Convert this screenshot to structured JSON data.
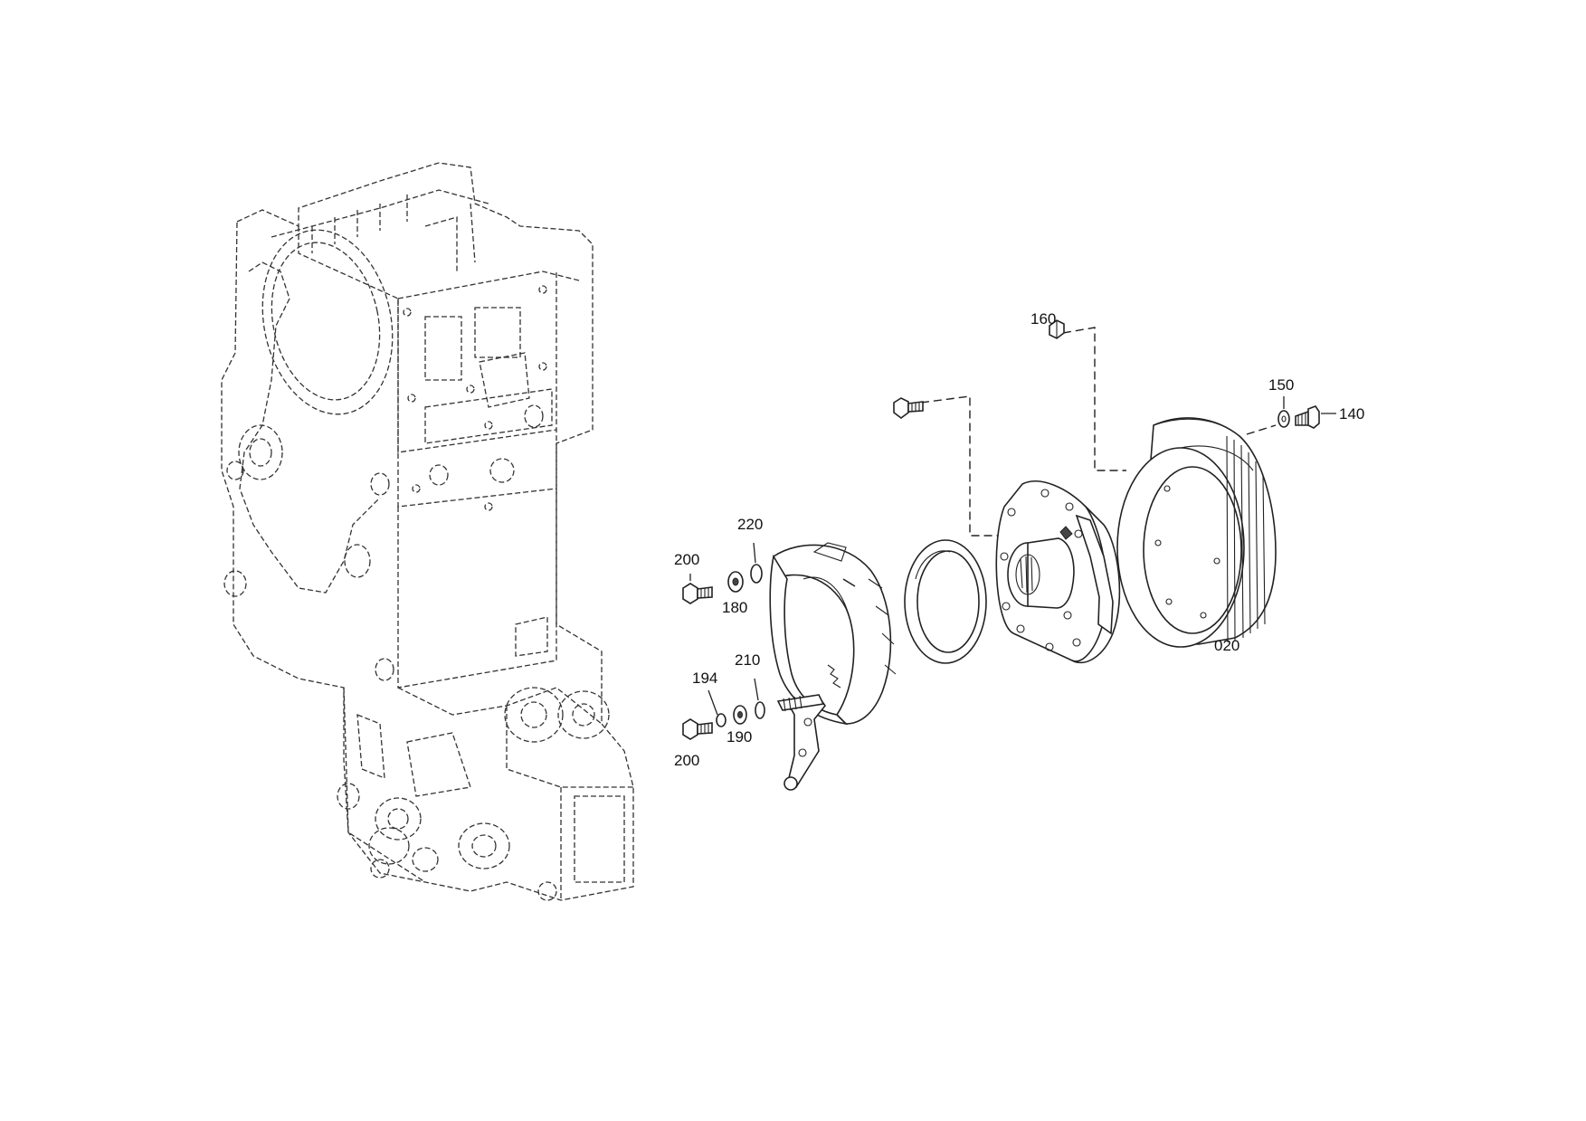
{
  "callouts": {
    "c020": "020",
    "c140": "140",
    "c150": "150",
    "c160": "160",
    "c180": "180",
    "c190": "190",
    "c194": "194",
    "c200_top": "200",
    "c200_bottom": "200",
    "c210": "210",
    "c220": "220"
  },
  "icons": [
    "housing-outline",
    "brake-shoe",
    "operating-lever",
    "thrust-washer",
    "brake-drum-flange",
    "brake-drum",
    "hex-bolt",
    "washer",
    "o-ring",
    "hex-nut"
  ]
}
